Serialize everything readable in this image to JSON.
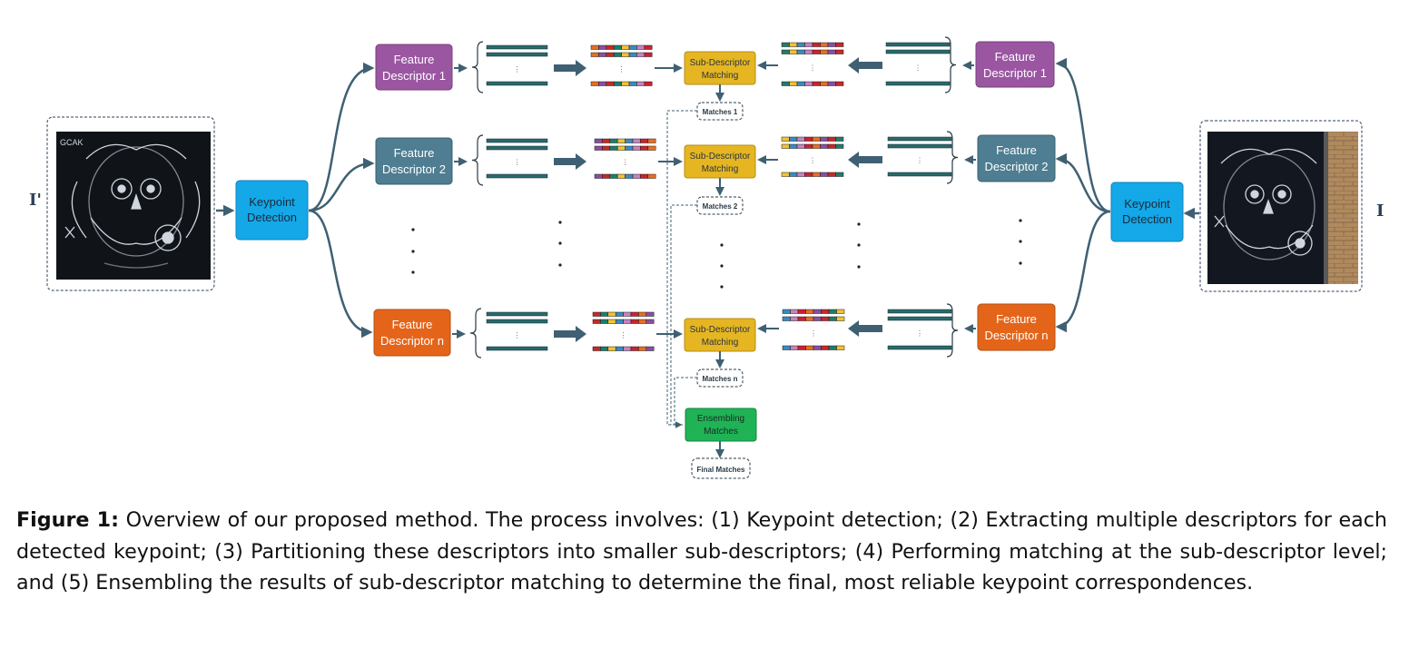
{
  "left_image_label": "I'",
  "right_image_label": "I",
  "keypoint_label": [
    "Keypoint",
    "Detection"
  ],
  "feature_descriptors": [
    {
      "lines": [
        "Feature",
        "Descriptor 1"
      ],
      "color": "#9b56a2"
    },
    {
      "lines": [
        "Feature",
        "Descriptor 2"
      ],
      "color": "#4f7d91"
    },
    {
      "lines": [
        "Feature",
        "Descriptor n"
      ],
      "color": "#e4651a"
    }
  ],
  "sub_descriptor_label": [
    "Sub-Descriptor",
    "Matching"
  ],
  "matches_labels": [
    "Matches 1",
    "Matches 2",
    "Matches n"
  ],
  "ensembling_label": [
    "Ensembling",
    "Matches"
  ],
  "final_matches_label": "Final Matches",
  "colors": {
    "keypoint": "#14a8e8",
    "sub_descriptor": "#e5b622",
    "ensembling": "#1fb356",
    "arrow": "#3f6073",
    "bar": "#2a6a6a"
  },
  "sub_descriptor_colors": [
    "#e76e22",
    "#8a4fa0",
    "#c82828",
    "#1e7d6a",
    "#f1c232",
    "#3a8ac0",
    "#c882c0",
    "#d11f2e"
  ],
  "caption": {
    "label": "Figure 1:",
    "text": "Overview of our proposed method. The process involves: (1) Keypoint detection; (2) Extracting multiple descriptors for each detected keypoint; (3) Partitioning these descriptors into smaller sub-descriptors; (4) Performing matching at the sub-descriptor level; and (5) Ensembling the results of sub-descriptor matching to determine the final, most reliable keypoint correspondences."
  }
}
